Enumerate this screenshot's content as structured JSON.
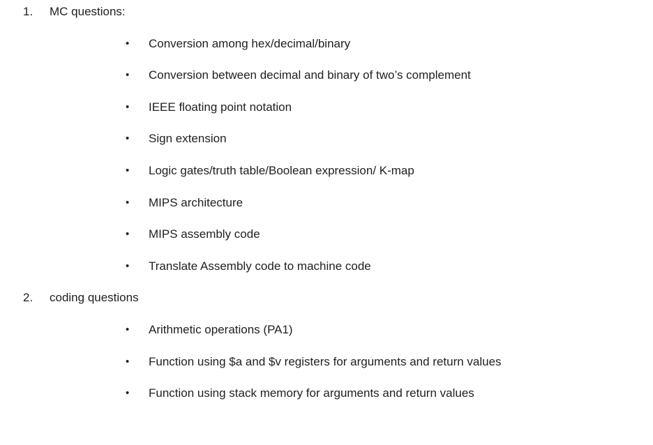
{
  "document": {
    "background": "#ffffff",
    "text_color": "#1f1f1f",
    "bullet_glyph": "•",
    "sections": [
      {
        "number": "1.",
        "title": "MC questions:",
        "bullets": [
          "Conversion among hex/decimal/binary",
          "Conversion between decimal and binary of two’s complement",
          "IEEE floating point notation",
          "Sign extension",
          "Logic gates/truth table/Boolean expression/ K-map",
          "MIPS architecture",
          "MIPS assembly code",
          "Translate Assembly code to machine code"
        ]
      },
      {
        "number": "2.",
        "title": "coding questions",
        "bullets": [
          "Arithmetic operations (PA1)",
          "Function using $a and $v registers for arguments and return values",
          "Function using stack memory for arguments and return values"
        ]
      }
    ]
  }
}
